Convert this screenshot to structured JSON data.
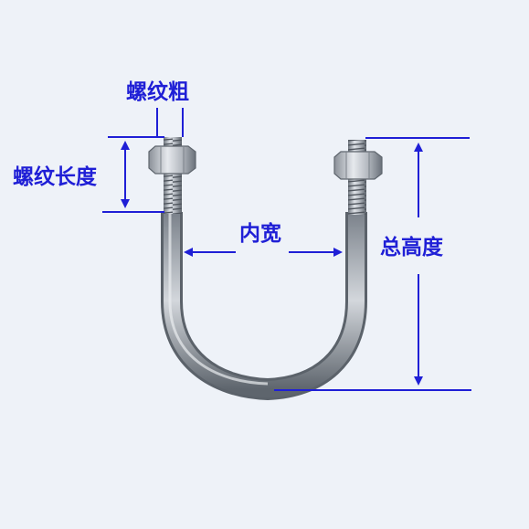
{
  "labels": {
    "thread_diameter": "螺纹粗",
    "thread_length": "螺纹长度",
    "inner_width": "内宽",
    "total_height": "总高度"
  },
  "colors": {
    "dimension": "#1f1fd6",
    "label": "#1f1fd6",
    "background": "#eef2f8",
    "steel_light": "#dfe3e8",
    "steel_dark": "#6d747d"
  }
}
